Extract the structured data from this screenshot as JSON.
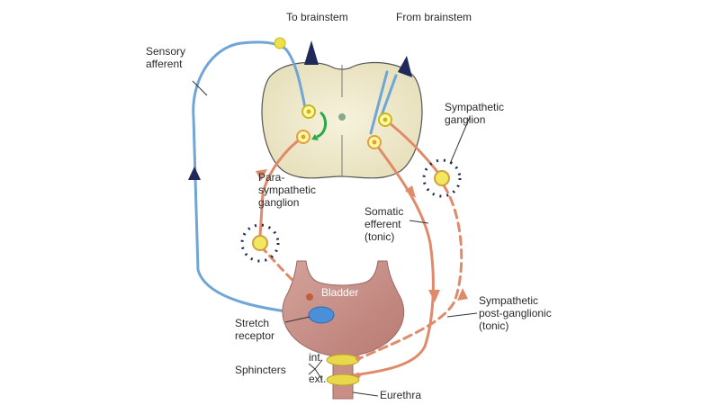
{
  "labels": {
    "to_brainstem": "To brainstem",
    "from_brainstem": "From brainstem",
    "sensory_afferent": [
      "Sensory",
      "afferent"
    ],
    "sympathetic_ganglion": [
      "Sympathetic",
      "ganglion"
    ],
    "parasympathetic_ganglion": [
      "Para-",
      "sympathetic",
      "ganglion"
    ],
    "somatic_efferent": [
      "Somatic",
      "efferent",
      "(tonic)"
    ],
    "sympathetic_postganglionic": [
      "Sympathetic",
      "post-ganglionic",
      "(tonic)"
    ],
    "bladder": "Bladder",
    "stretch_receptor": [
      "Stretch",
      "receptor"
    ],
    "sphincters": "Sphincters",
    "int": "int.",
    "ext": "ext.",
    "eurethra": "Eurethra"
  },
  "colors": {
    "sensory": "#6fa6d6",
    "efferent": "#e08a6a",
    "cord": "#f1ecd0",
    "bladder": "#c98f86",
    "sphincter": "#e8d84a",
    "arrow_dark": "#1f2a5a",
    "interneuron": "#2aa84a",
    "receptor": "#4a8fd8"
  }
}
